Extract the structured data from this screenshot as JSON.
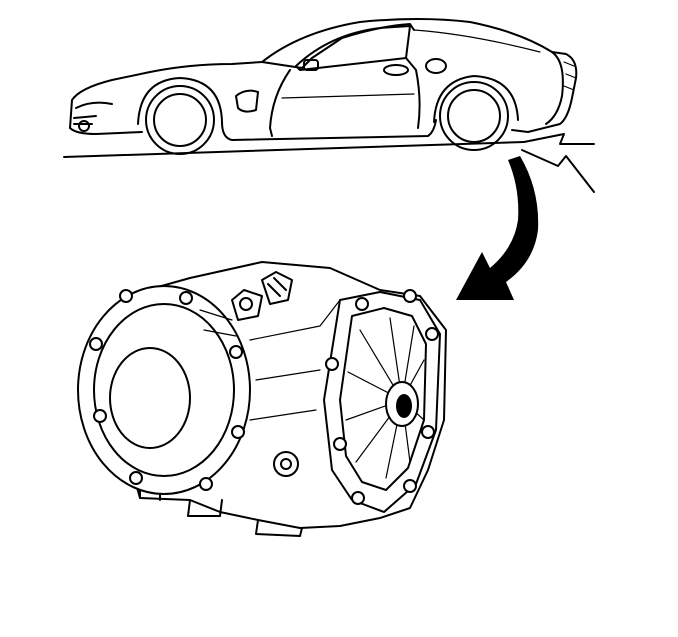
{
  "diagram": {
    "elements": [
      {
        "id": "vehicle",
        "icon": "sports-car-side-view-icon"
      },
      {
        "id": "noise",
        "icon": "lightning-bolt-icon"
      },
      {
        "id": "direction",
        "icon": "curved-arrow-icon"
      },
      {
        "id": "component",
        "icon": "rear-differential-housing-icon"
      }
    ],
    "colors": {
      "line": "#000000",
      "background": "#ffffff"
    }
  }
}
